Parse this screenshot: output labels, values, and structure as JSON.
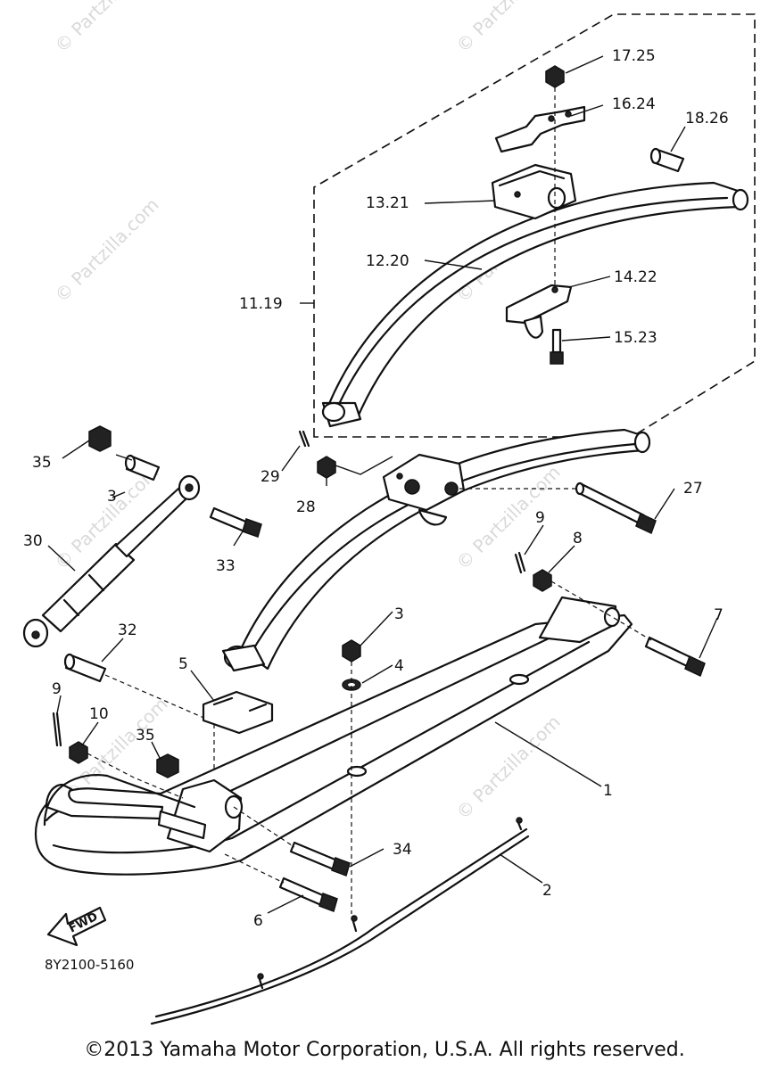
{
  "watermark": {
    "text": "© Partzilla.com"
  },
  "part_labels": {
    "p1": "1",
    "p2": "2",
    "p3a": "3",
    "p3b": "3",
    "p4": "4",
    "p5": "5",
    "p6": "6",
    "p7": "7",
    "p8": "8",
    "p9a": "9",
    "p9b": "9",
    "p10": "10",
    "p11_19": "11.19",
    "p12_20": "12.20",
    "p13_21": "13.21",
    "p14_22": "14.22",
    "p15_23": "15.23",
    "p16_24": "16.24",
    "p17_25": "17.25",
    "p18_26": "18.26",
    "p27": "27",
    "p28": "28",
    "p29": "29",
    "p30": "30",
    "p32": "32",
    "p33": "33",
    "p34": "34",
    "p35a": "35",
    "p35b": "35"
  },
  "fwd_label": "FWD",
  "diagram_code": "8Y2100-5160",
  "copyright": "©2013 Yamaha Motor Corporation, U.S.A. All rights reserved."
}
